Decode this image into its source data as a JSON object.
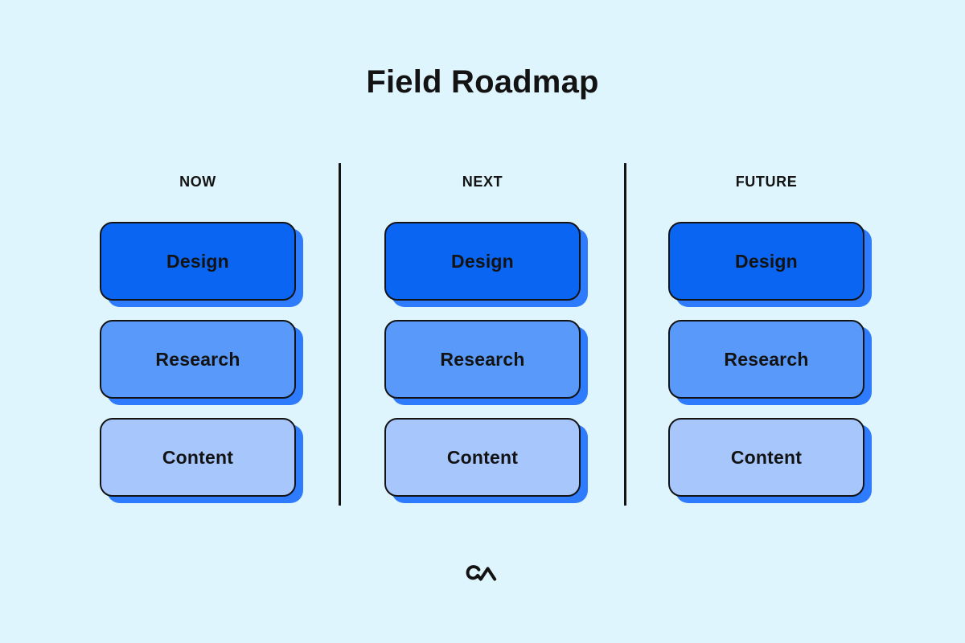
{
  "title": "Field Roadmap",
  "columns": [
    {
      "label": "NOW",
      "cards": [
        {
          "label": "Design",
          "color": "#0b65f3"
        },
        {
          "label": "Research",
          "color": "#5899fa"
        },
        {
          "label": "Content",
          "color": "#a6c6fc"
        }
      ]
    },
    {
      "label": "NEXT",
      "cards": [
        {
          "label": "Design",
          "color": "#0b65f3"
        },
        {
          "label": "Research",
          "color": "#5899fa"
        },
        {
          "label": "Content",
          "color": "#a6c6fc"
        }
      ]
    },
    {
      "label": "FUTURE",
      "cards": [
        {
          "label": "Design",
          "color": "#0b65f3"
        },
        {
          "label": "Research",
          "color": "#5899fa"
        },
        {
          "label": "Content",
          "color": "#a6c6fc"
        }
      ]
    }
  ],
  "colors": {
    "background": "#dff5fd",
    "card_design": "#0b65f3",
    "card_research": "#5899fa",
    "card_content": "#a6c6fc",
    "card_shadow": "#2e7bfe",
    "outline": "#131313",
    "text": "#131313"
  },
  "logo": {
    "icon": "mural-logo"
  }
}
